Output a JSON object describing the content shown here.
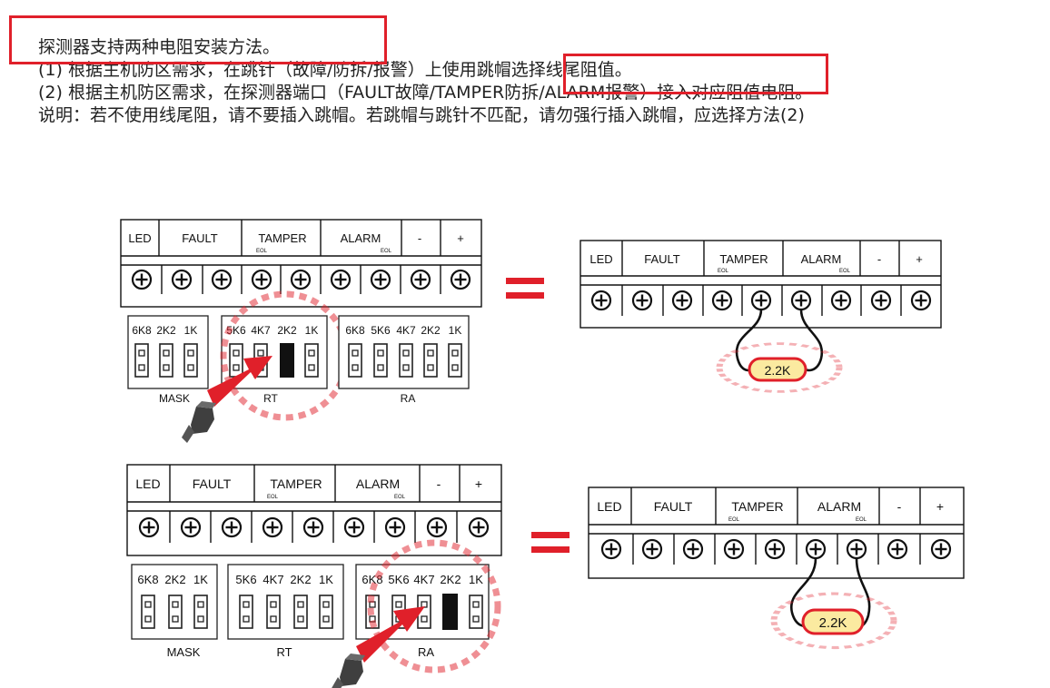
{
  "intro": {
    "line1": "探测器支持两种电阻安装方法。",
    "line2": "(1) 根据主机防区需求，在跳针（故障/防拆/报警）上使用跳帽选择线尾阻值。",
    "line3": "(2) 根据主机防区需求，在探测器端口（FAULT故障/TAMPER防拆/ALARM报警）接入对应阻值电阻。",
    "line4": "说明：若不使用线尾阻，请不要插入跳帽。若跳帽与跳针不匹配，请勿强行插入跳帽，应选择方法(2)"
  },
  "terminals": {
    "led": "LED",
    "fault": "FAULT",
    "tamper": "TAMPER",
    "alarm": "ALARM",
    "minus": "-",
    "plus": "+",
    "eol": "EOL"
  },
  "jumpers": {
    "mask_name": "MASK",
    "rt_name": "RT",
    "ra_name": "RA",
    "mask_values": [
      "6K8",
      "2K2",
      "1K"
    ],
    "rt_values": [
      "5K6",
      "4K7",
      "2K2",
      "1K"
    ],
    "ra_values": [
      "6K8",
      "5K6",
      "4K7",
      "2K2",
      "1K"
    ]
  },
  "resistor_label": "2.2K",
  "colors": {
    "highlight": "#e0202a",
    "resistor_fill": "#fbeaa0"
  }
}
